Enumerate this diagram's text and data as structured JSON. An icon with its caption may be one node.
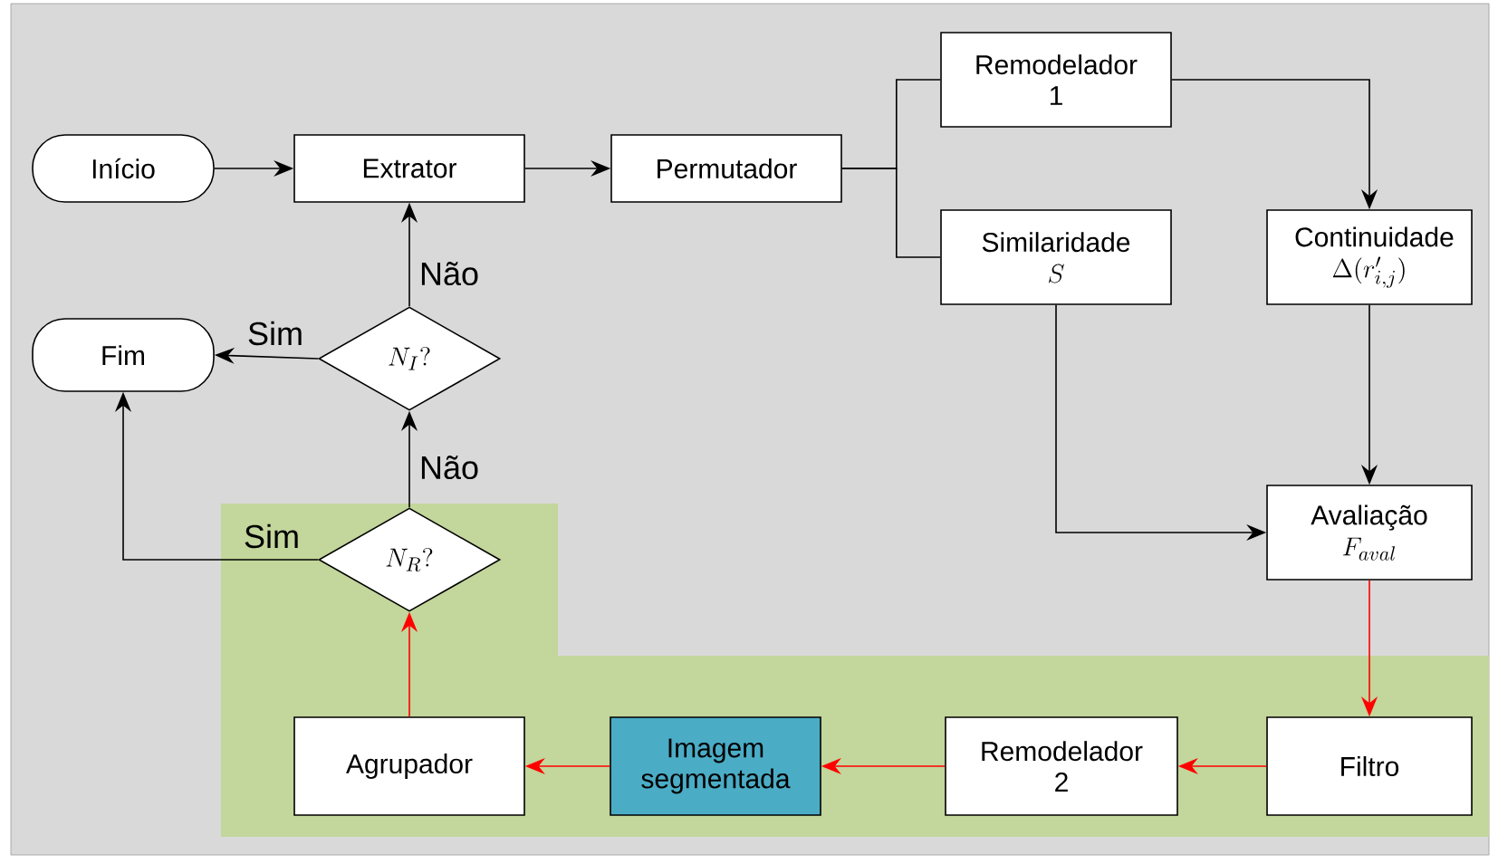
{
  "diagram": {
    "nodes": [
      {
        "text": [
          "Início"
        ]
      },
      {
        "text": [
          "Extrator"
        ]
      },
      {
        "text": [
          "Permutador"
        ]
      },
      {
        "text": [
          "Remodelador 1"
        ]
      },
      {
        "text": [
          "Similaridade",
          "S"
        ]
      },
      {
        "text": [
          "Continuidade",
          "\\Delta(r'_{i,j})"
        ]
      },
      {
        "text": [
          "Avaliação",
          "F_{aval}"
        ]
      },
      {
        "text": [
          "N_I?"
        ]
      },
      {
        "text": [
          "Fim"
        ]
      },
      {
        "text": [
          "N_R?"
        ]
      },
      {
        "text": [
          "Filtro"
        ]
      },
      {
        "text": [
          "Remodelador 2"
        ]
      },
      {
        "text": [
          "Imagem segmentada"
        ]
      },
      {
        "text": [
          "Agrupador"
        ]
      }
    ],
    "edges": [
      {
        "from": 0,
        "to": 1,
        "arrow": "to"
      },
      {
        "from": 1,
        "to": 2,
        "arrow": "to"
      },
      {
        "from": 2,
        "to": 3,
        "arrow": "none"
      },
      {
        "from": 2,
        "to": 4,
        "arrow": "none"
      },
      {
        "from": 3,
        "to": 5,
        "arrow": "to"
      },
      {
        "from": 4,
        "to": 6,
        "arrow": "to"
      },
      {
        "from": 5,
        "to": 6,
        "arrow": "to"
      },
      {
        "from": 6,
        "to": 10,
        "arrow": "to",
        "color": "#ff0000"
      },
      {
        "from": 10,
        "to": 11,
        "arrow": "to",
        "color": "#ff0000"
      },
      {
        "from": 11,
        "to": 12,
        "arrow": "to",
        "color": "#ff0000"
      },
      {
        "from": 12,
        "to": 13,
        "arrow": "to",
        "color": "#ff0000"
      },
      {
        "from": 13,
        "to": 9,
        "arrow": "to",
        "color": "#ff0000"
      },
      {
        "from": 9,
        "to": 7,
        "arrow": "to",
        "label": "Não"
      },
      {
        "from": 7,
        "to": 1,
        "arrow": "to",
        "label": "Não"
      },
      {
        "from": 7,
        "to": 8,
        "arrow": "to",
        "label": "Sim"
      },
      {
        "from": 9,
        "to": 8,
        "arrow": "to",
        "label": "Sim"
      }
    ]
  }
}
